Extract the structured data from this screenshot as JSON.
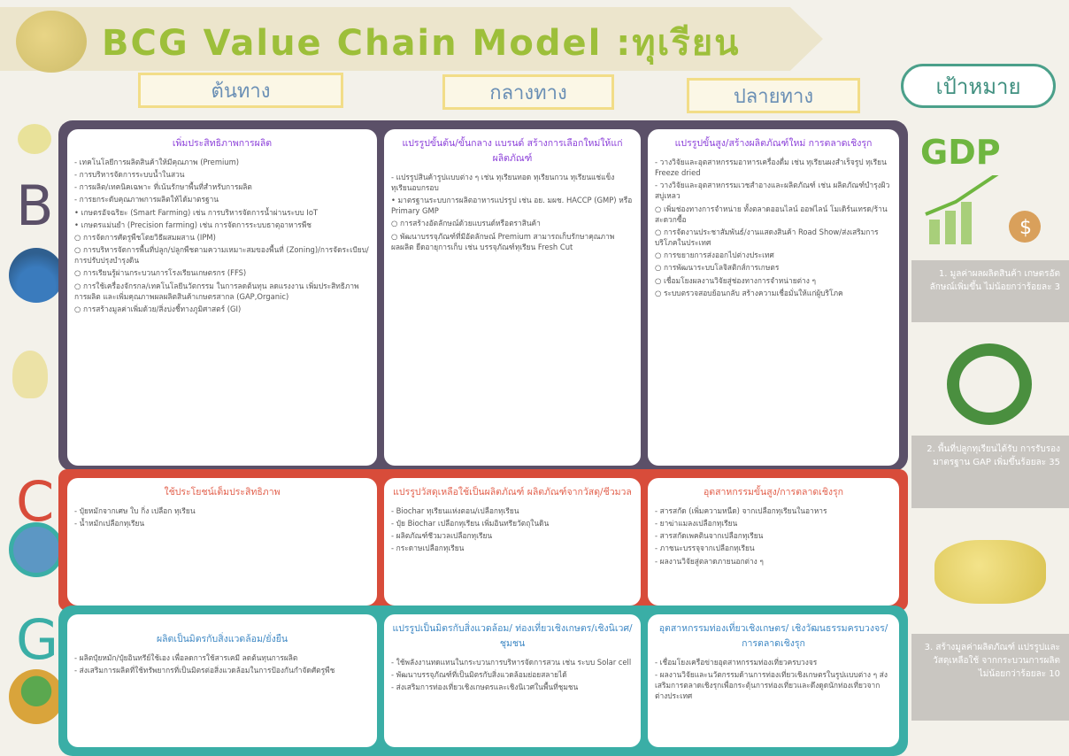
{
  "title": "BCG Value Chain Model :ทุเรียน",
  "stages": {
    "upstream": "ต้นทาง",
    "midstream": "กลางทาง",
    "downstream": "ปลายทาง"
  },
  "goal_label": "เป้าหมาย",
  "rows": {
    "b": "B",
    "c": "C",
    "g": "G"
  },
  "colors": {
    "b_frame": "#5b5068",
    "c_frame": "#d84c3a",
    "g_frame": "#3aaea6",
    "title": "#9dbf3a"
  },
  "b": {
    "up": {
      "title": "เพิ่มประสิทธิภาพการผลิต",
      "items": [
        "- เทคโนโลยีการผลิตสินค้าให้มีคุณภาพ (Premium)",
        "- การบริหารจัดการระบบน้ำในสวน",
        "- การผลิต/เทคนิคเฉพาะ ที่เน้นรักษาพื้นที่สำหรับการผลิต",
        "- การยกระดับคุณภาพการผลิตให้ได้มาตรฐาน",
        "• เกษตรอัจฉริยะ (Smart Farming) เช่น การบริหารจัดการน้ำผ่านระบบ IoT",
        "• เกษตรแม่นยำ (Precision farming) เช่น การจัดการระบบธาตุอาหารพืช",
        "○ การจัดการศัตรูพืชโดยวิธีผสมผสาน (IPM)",
        "○ การบริหารจัดการพื้นที่ปลูก/ปลูกพืชตามความเหมาะสมของพื้นที่ (Zoning)/การจัดระเบียบ/การปรับปรุงบำรุงดิน",
        "○ การเรียนรู้ผ่านกระบวนการโรงเรียนเกษตรกร (FFS)",
        "○ การใช้เครื่องจักรกล/เทคโนโลยีนวัตกรรม ในการลดต้นทุน ลดแรงงาน เพิ่มประสิทธิภาพการผลิต และเพิ่มคุณภาพผลผลิตสินค้าเกษตรสากล (GAP,Organic)",
        "○ การสร้างมูลค่าเพิ่มด้วย/สิ่งบ่งชี้ทางภูมิศาสตร์ (GI)"
      ]
    },
    "mid": {
      "title": "แปรรูปขั้นต้น/ขั้นกลาง แบรนด์ สร้างการเลือกใหม่ให้แก่ผลิตภัณฑ์",
      "items": [
        "- แปรรูปสินค้ารูปแบบต่าง ๆ เช่น ทุเรียนทอด ทุเรียนกวน ทุเรียนแช่แข็ง ทุเรียนอบกรอบ",
        "• มาตรฐานระบบการผลิตอาหารแปรรูป เช่น อย. มผช. HACCP (GMP) หรือ Primary GMP",
        "○ การสร้างอัตลักษณ์ด้วยแบรนด์หรือตราสินค้า",
        "○ พัฒนาบรรจุภัณฑ์ที่มีอัตลักษณ์ Premium สามารถเก็บรักษาคุณภาพผลผลิต ยืดอายุการเก็บ เช่น บรรจุภัณฑ์ทุเรียน Fresh Cut"
      ]
    },
    "down": {
      "title": "แปรรูปขั้นสูง/สร้างผลิตภัณฑ์ใหม่ การตลาดเชิงรุก",
      "items": [
        "- วางวิจัยและอุตสาหกรรมอาหารเครื่องดื่ม เช่น ทุเรียนผงสำเร็จรูป ทุเรียน Freeze dried",
        "- วางวิจัยและอุตสาหกรรมเวชสำอางและผลิตภัณฑ์ เช่น ผลิตภัณฑ์บำรุงผิว สบู่เหลว",
        "○ เพิ่มช่องทางการจำหน่าย ทั้งตลาดออนไลน์ ออฟไลน์ โมเดิร์นเทรด/ร้านสะดวกซื้อ",
        "○ การจัดงานประชาสัมพันธ์/งานแสดงสินค้า Road Show/ส่งเสริมการบริโภคในประเทศ",
        "○ การขยายการส่งออกไปต่างประเทศ",
        "○ การพัฒนาระบบโลจิสติกส์การเกษตร",
        "○ เชื่อมโยงผลงานวิจัยสู่ช่องทางการจำหน่ายต่าง ๆ",
        "○ ระบบตรวจสอบย้อนกลับ สร้างความเชื่อมั่นให้แก่ผู้บริโภค"
      ]
    }
  },
  "c": {
    "up": {
      "title": "ใช้ประโยชน์เต็มประสิทธิภาพ",
      "items": [
        "- ปุ๋ยหมักจากเศษ ใบ กิ่ง เปลือก ทุเรียน",
        "- น้ำหมักเปลือกทุเรียน"
      ]
    },
    "mid": {
      "title": "แปรรูปวัสดุเหลือใช้เป็นผลิตภัณฑ์ ผลิตภัณฑ์จากวัสดุ/ชีวมวล",
      "items": [
        "- Biochar ทุเรียนแห่งตอน/เปลือกทุเรียน",
        "- ปุ๋ย Biochar เปลือกทุเรียน เพิ่มอินทรียวัตถุในดิน",
        "- ผลิตภัณฑ์ชีวมวลเปลือกทุเรียน",
        "- กระดาษเปลือกทุเรียน"
      ]
    },
    "down": {
      "title": "อุตสาหกรรมขั้นสูง/การตลาดเชิงรุก",
      "items": [
        "- สารสกัด (เพิ่มความหนืด) จากเปลือกทุเรียนในอาหาร",
        "- ยาฆ่าแมลงเปลือกทุเรียน",
        "- สารสกัดเพคตินจากเปลือกทุเรียน",
        "- ภาชนะบรรจุจากเปลือกทุเรียน",
        "- ผลงานวิจัยสู่ตลาดภายนอกต่าง ๆ"
      ]
    }
  },
  "g": {
    "up": {
      "title": "ผลิตเป็นมิตรกับสิ่งแวดล้อม/ยั่งยืน",
      "items": [
        "- ผลิตปุ๋ยหมัก/ปุ๋ยอินทรีย์ใช้เอง เพื่อลดการใช้สารเคมี ลดต้นทุนการผลิต",
        "- ส่งเสริมการผลิตที่ใช้ทรัพยากรที่เป็นมิตรต่อสิ่งแวดล้อมในการป้องกันกำจัดศัตรูพืช"
      ]
    },
    "mid": {
      "title": "แปรรูปเป็นมิตรกับสิ่งแวดล้อม/ ท่องเที่ยวเชิงเกษตร/เชิงนิเวศ/ชุมชน",
      "items": [
        "- ใช้พลังงานทดแทนในกระบวนการบริหารจัดการสวน เช่น ระบบ Solar cell",
        "- พัฒนาบรรจุภัณฑ์ที่เป็นมิตรกับสิ่งแวดล้อมย่อยสลายได้",
        "- ส่งเสริมการท่องเที่ยวเชิงเกษตรและเชิงนิเวศในพื้นที่ชุมชน"
      ]
    },
    "down": {
      "title": "อุตสาหกรรมท่องเที่ยวเชิงเกษตร/ เชิงวัฒนธรรมครบวงจร/การตลาดเชิงรุก",
      "items": [
        "- เชื่อมโยงเครือข่ายอุตสาหกรรมท่องเที่ยวครบวงจร",
        "- ผลงานวิจัยและนวัตกรรมด้านการท่องเที่ยวเชิงเกษตรในรูปแบบต่าง ๆ ส่งเสริมการตลาดเชิงรุกเพื่อกระตุ้นการท่องเที่ยวและดึงดูดนักท่องเที่ยวจากต่างประเทศ"
      ]
    }
  },
  "goals": {
    "gdp_label": "GDP",
    "goal1": "1. มูลค่าผลผลิตสินค้า เกษตรอัตลักษณ์เพิ่มขึ้น ไม่น้อยกว่าร้อยละ 3",
    "goal2": "2. พื้นที่ปลูกทุเรียนได้รับ การรับรองมาตรฐาน GAP เพิ่มขึ้นร้อยละ 35",
    "goal3": "3. สร้างมูลค่าผลิตภัณฑ์ แปรรูปและวัสดุเหลือใช้ จากกระบวนการผลิต ไม่น้อยกว่าร้อยละ 10"
  }
}
